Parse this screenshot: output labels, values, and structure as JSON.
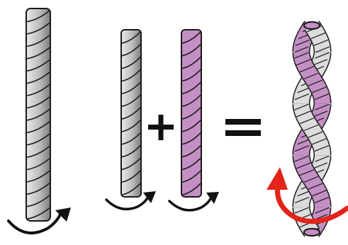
{
  "figure": {
    "yarns": [
      {
        "id": "single-grey-large",
        "color": "gray",
        "turns": 17
      },
      {
        "id": "single-grey-small",
        "color": "gray",
        "turns": 13
      },
      {
        "id": "single-purple-small",
        "color": "purple",
        "turns": 13
      },
      {
        "id": "plied-yarn",
        "strands": [
          "gray",
          "purple"
        ],
        "twists": 4
      }
    ],
    "operators": {
      "plus_glyph": "plus",
      "equals_glyph": "equals"
    },
    "arrows": [
      {
        "id": "twist-arrow-large",
        "color": "black",
        "direction": "clockwise"
      },
      {
        "id": "twist-arrow-grey",
        "color": "black",
        "direction": "clockwise"
      },
      {
        "id": "twist-arrow-purple",
        "color": "black",
        "direction": "clockwise"
      },
      {
        "id": "twist-arrow-ply",
        "color": "red",
        "direction": "counter-clockwise"
      }
    ],
    "colors": {
      "outline": "#1a1a1a",
      "gray_light": "#e8e8e8",
      "gray_mid": "#b5b5b5",
      "gray_dark": "#7d7d7d",
      "purple": "#c38fc4",
      "purple_dark": "#9a639b",
      "ply_gray": "#dcdcdc",
      "red_arrow": "#e2241a"
    }
  }
}
